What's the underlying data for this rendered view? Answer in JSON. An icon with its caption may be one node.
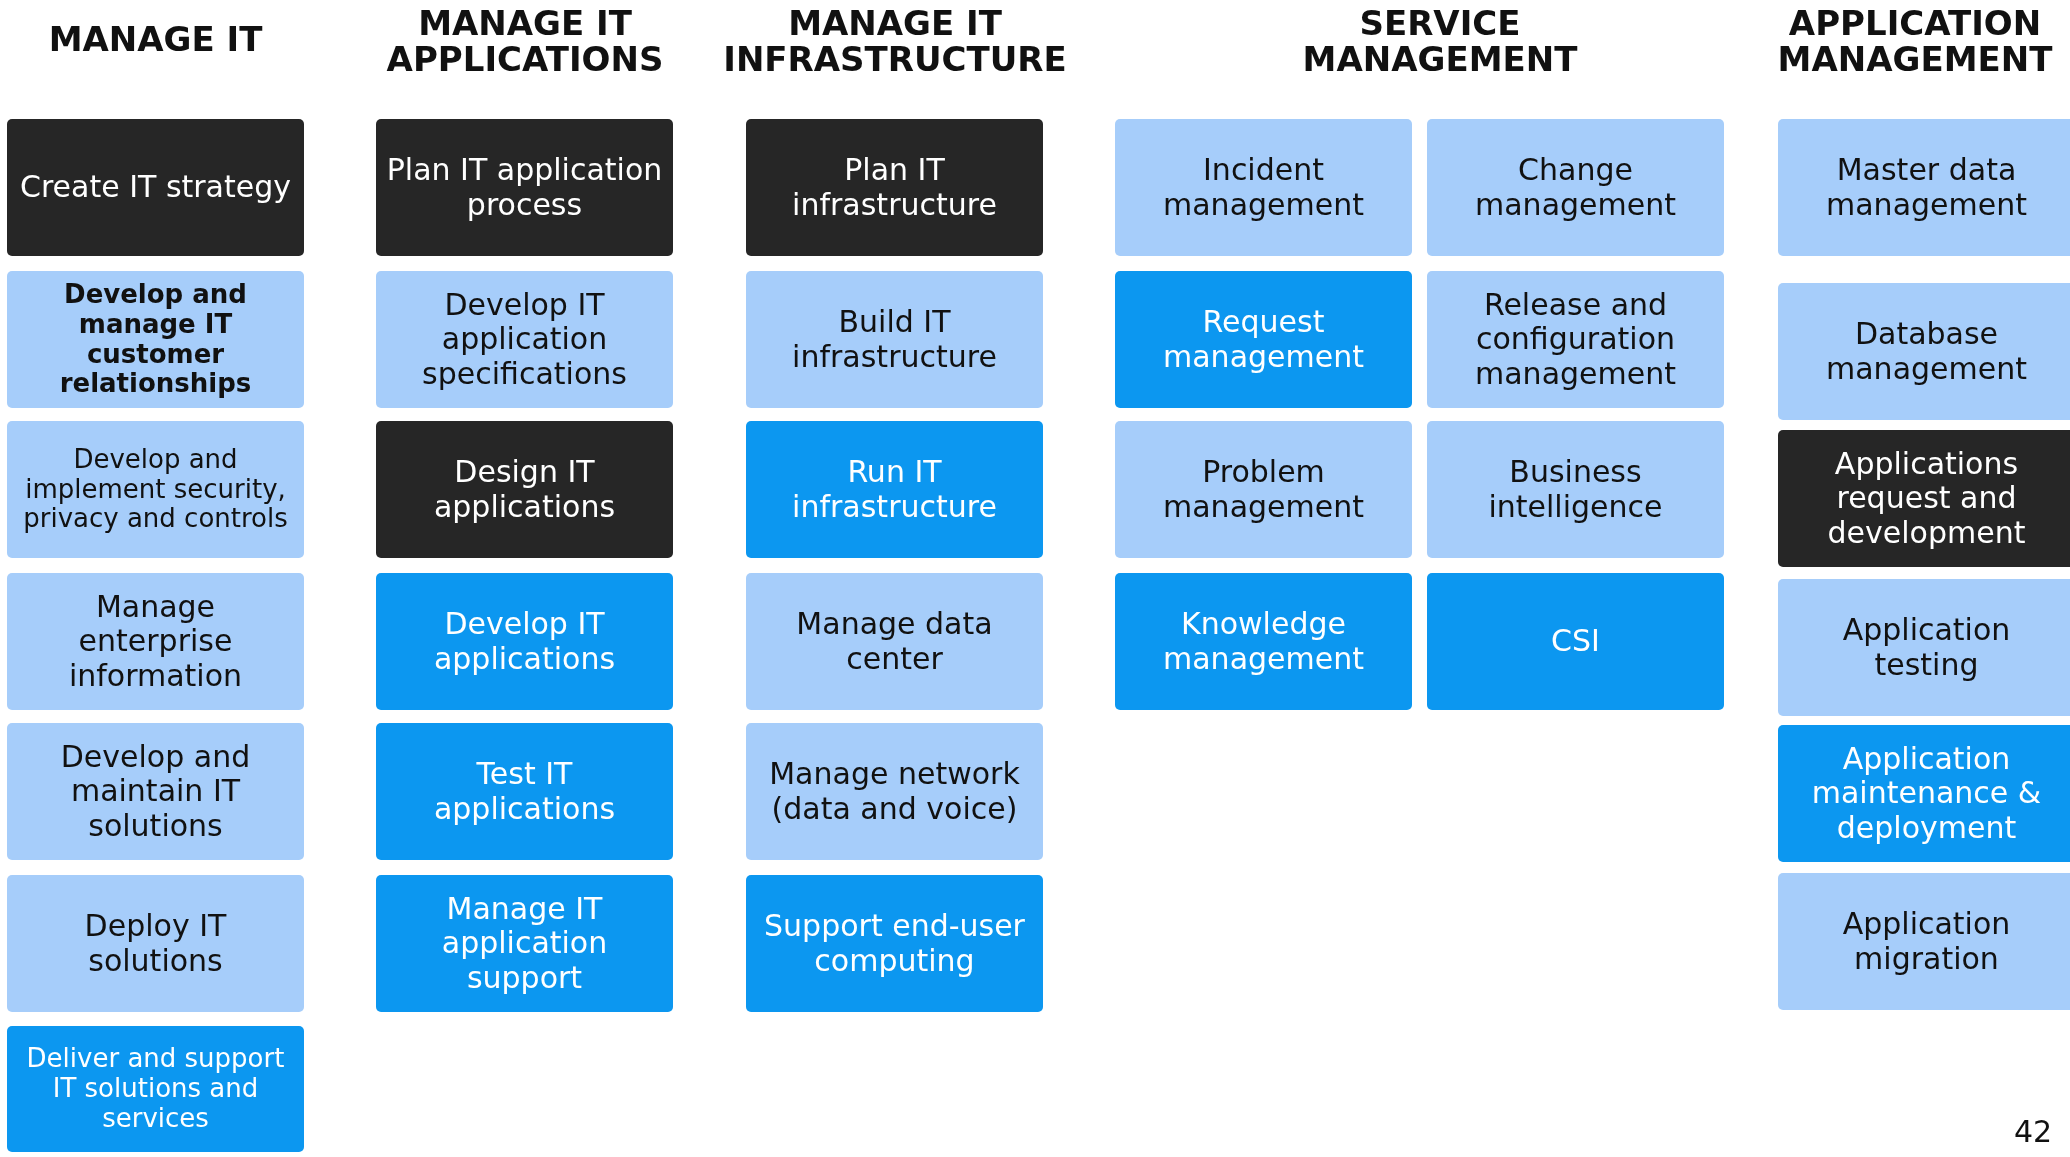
{
  "diagram": {
    "nodes": [
      {
        "text": [
          "Create IT strategy"
        ]
      },
      {
        "text": [
          "Develop and manage IT customer relationships"
        ]
      },
      {
        "text": [
          "Develop and implement security, privacy and controls"
        ]
      },
      {
        "text": [
          "Manage enterprise information"
        ]
      },
      {
        "text": [
          "Develop and maintain IT solutions"
        ]
      },
      {
        "text": [
          "Deploy IT solutions"
        ]
      },
      {
        "text": [
          "Deliver and support IT solutions and services"
        ]
      },
      {
        "text": [
          "Plan IT application process"
        ]
      },
      {
        "text": [
          "Develop IT application specifications"
        ]
      },
      {
        "text": [
          "Design IT applications"
        ]
      },
      {
        "text": [
          "Develop IT applications"
        ]
      },
      {
        "text": [
          "Test IT applications"
        ]
      },
      {
        "text": [
          "Manage IT application support"
        ]
      },
      {
        "text": [
          "Plan IT infrastructure"
        ]
      },
      {
        "text": [
          "Build IT infrastructure"
        ]
      },
      {
        "text": [
          "Run IT infrastructure"
        ]
      },
      {
        "text": [
          "Manage data center"
        ]
      },
      {
        "text": [
          "Manage network (data and voice)"
        ]
      },
      {
        "text": [
          "Support end-user computing"
        ]
      },
      {
        "text": [
          "Incident management"
        ]
      },
      {
        "text": [
          "Change management"
        ]
      },
      {
        "text": [
          "Request management"
        ]
      },
      {
        "text": [
          "Release and configuration management"
        ]
      },
      {
        "text": [
          "Problem management"
        ]
      },
      {
        "text": [
          "Business intelligence"
        ]
      },
      {
        "text": [
          "Knowledge management"
        ]
      },
      {
        "text": [
          "CSI"
        ]
      },
      {
        "text": [
          "Master data management"
        ]
      },
      {
        "text": [
          "Database management"
        ]
      },
      {
        "text": [
          "Applications request and development"
        ]
      },
      {
        "text": [
          "Application testing"
        ]
      },
      {
        "text": [
          "Application maintenance & deployment"
        ]
      },
      {
        "text": [
          "Application migration"
        ]
      }
    ],
    "labels": [
      "MANAGE IT",
      "MANAGE IT APPLICATIONS",
      "MANAGE IT INFRASTRUCTURE",
      "SERVICE MANAGEMENT",
      "APPLICATION MANAGEMENT",
      "42"
    ]
  }
}
